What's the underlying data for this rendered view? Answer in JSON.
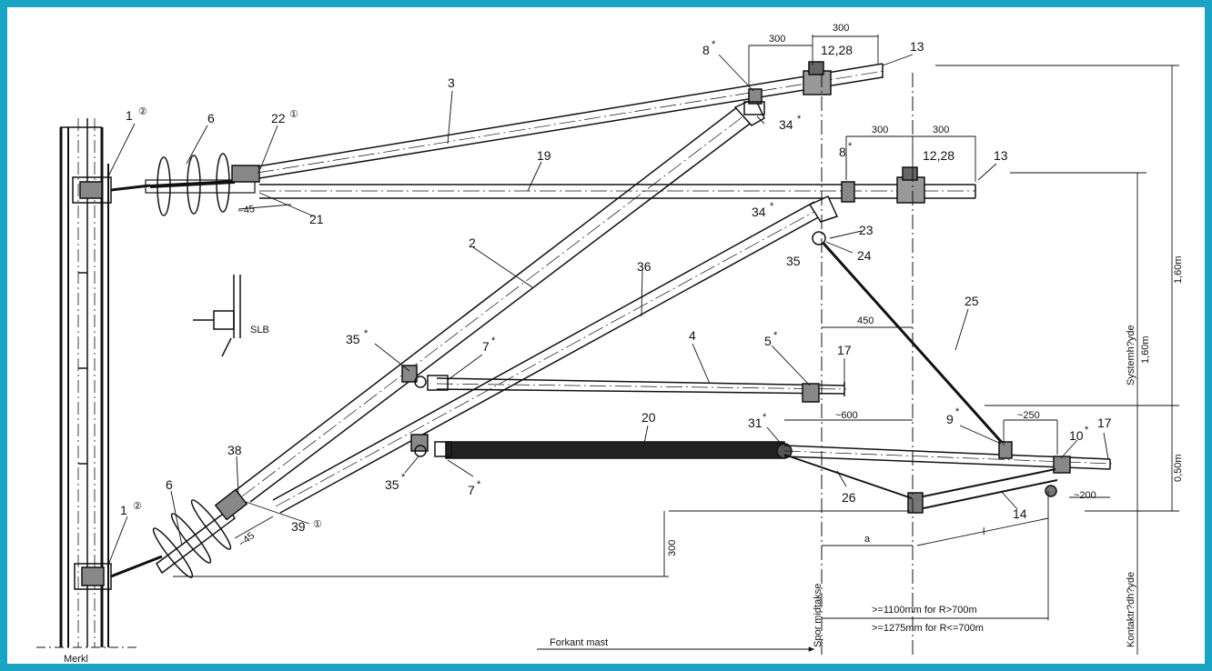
{
  "labels": {
    "n1_top": "1",
    "n1_top_mark": "②",
    "n6_top": "6",
    "n22": "22",
    "n22_mark": "①",
    "n3": "3",
    "n8_top": "8",
    "n8_top_star": "*",
    "d300_a": "300",
    "d300_b": "300",
    "n12_28_top": "12,28",
    "n13_top": "13",
    "n34_top": "34",
    "n34_top_star": "*",
    "n19": "19",
    "d45_top": "~45",
    "n21": "21",
    "d300_c": "300",
    "d300_d": "300",
    "n8_mid": "8",
    "n8_mid_star": "*",
    "n12_28_mid": "12,28",
    "n13_mid": "13",
    "n34_mid": "34",
    "n34_mid_star": "*",
    "n23": "23",
    "n24": "24",
    "n35_mid": "35",
    "n2": "2",
    "n36": "36",
    "slb": "SLB",
    "n25": "25",
    "d450": "450",
    "n35_left": "35",
    "n35_left_star": "*",
    "n7_top": "7",
    "n7_top_star": "*",
    "n4": "4",
    "n5": "5",
    "n5_star": "*",
    "n17_mid": "17",
    "n20": "20",
    "n31": "31",
    "n31_star": "*",
    "d600": "~600",
    "n9": "9",
    "n9_star": "*",
    "d250": "~250",
    "n10": "10",
    "n10_star": "*",
    "n17_right": "17",
    "n38": "38",
    "n6_bot": "6",
    "n1_bot": "1",
    "n1_bot_mark": "②",
    "n35_bot": "35",
    "n35_bot_star": "*",
    "n7_bot": "7",
    "n7_bot_star": "*",
    "n39": "39",
    "n39_mark": "①",
    "n26": "26",
    "n14": "14",
    "d200": "~200",
    "d45_bot": "~45",
    "d300_v": "300",
    "a": "a",
    "l": "l",
    "spor": "Spor midtakse",
    "kontakt": "Kontaktr?dh?yde",
    "system": "Systemh?yde",
    "d160a": "1,60m",
    "d160b": "1,60m",
    "d050": "0,50m",
    "r1": ">=1100mm  for  R>700m",
    "r2": ">=1275mm  for  R<=700m",
    "forkant": "Forkant  mast",
    "merkl": "Merkl"
  },
  "colors": {
    "border": "#1aa3c3",
    "ink": "#111111"
  }
}
